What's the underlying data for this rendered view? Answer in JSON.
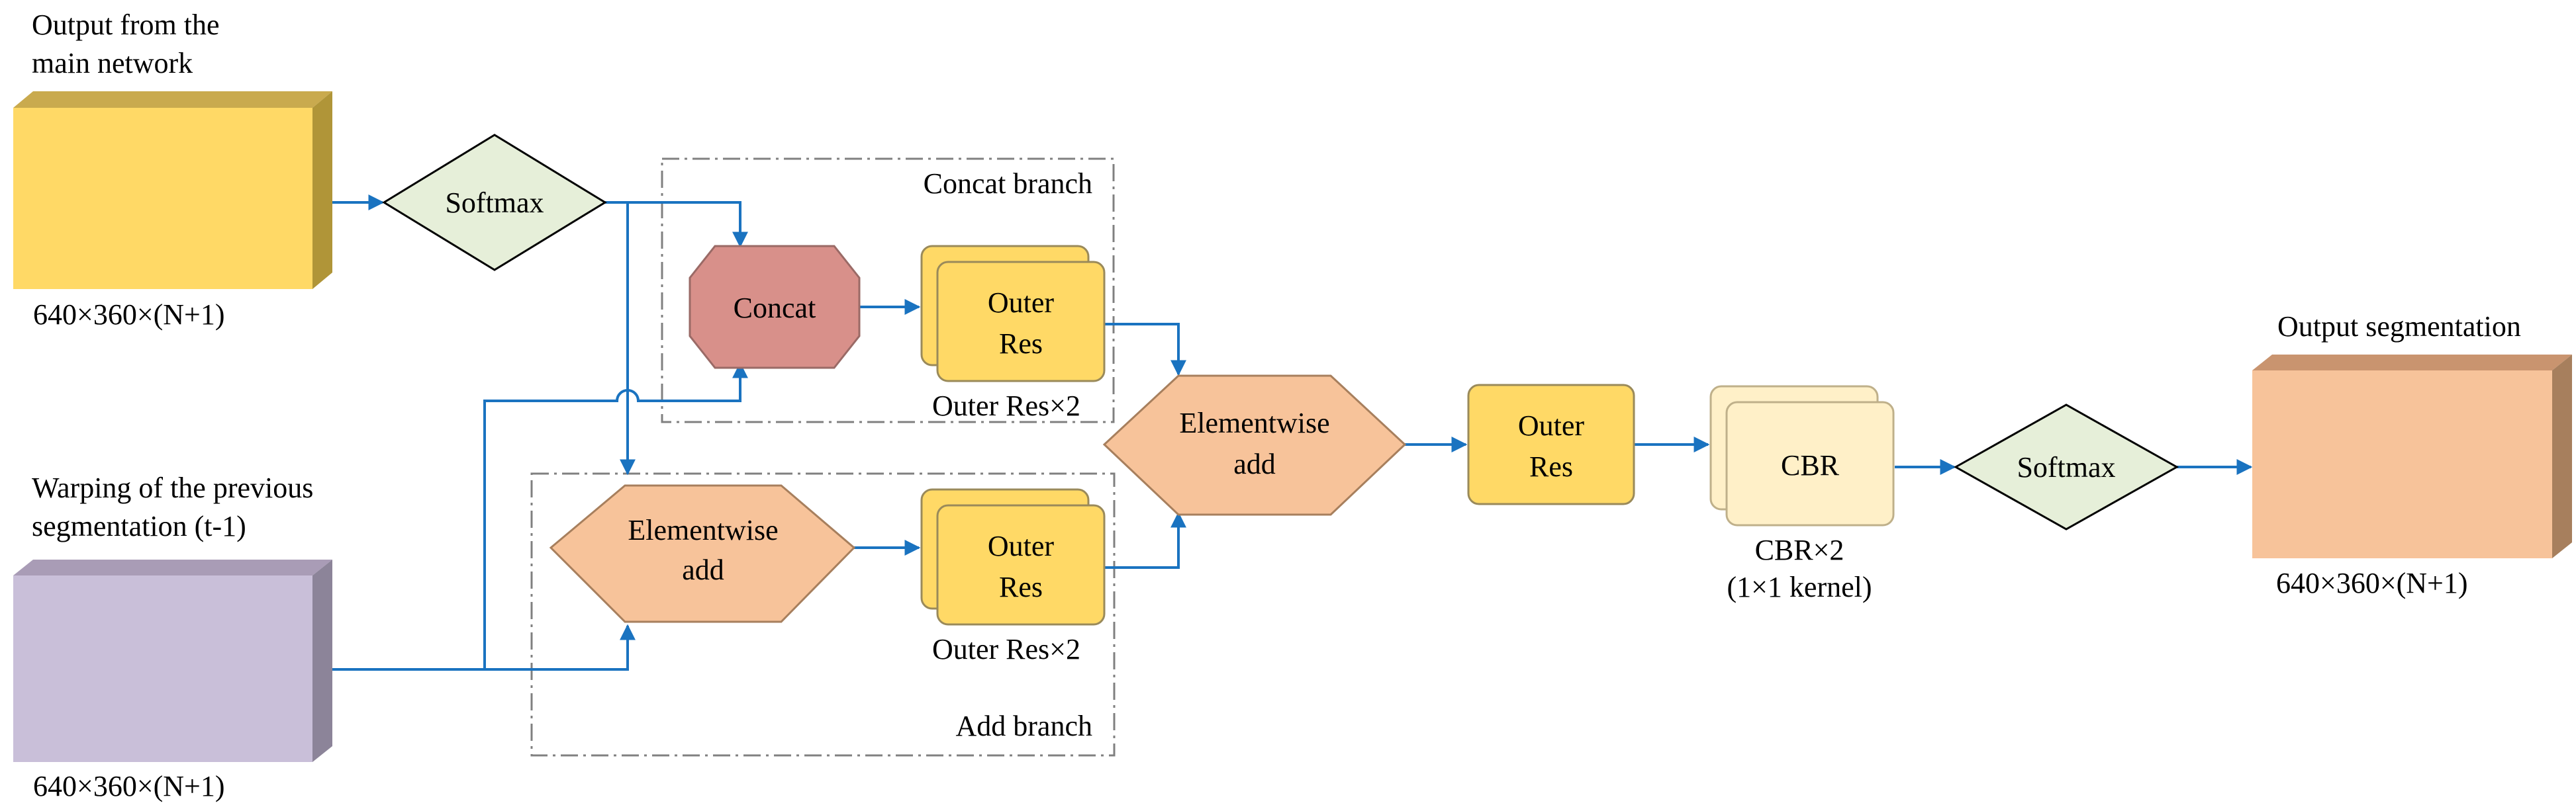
{
  "colors": {
    "arrow": "#1a73c0",
    "yellow": "#ffd966",
    "yellow_side": "#b8a045",
    "purple": "#c9bfd9",
    "purple_side": "#8c8499",
    "peach": "#f7c39a",
    "peach_side": "#a77f5d",
    "diamond": "#e6efd9",
    "concat": "#d8908a",
    "cbr": "#fff0c8",
    "frame": "#808080"
  },
  "inputs": {
    "main": {
      "caption": "Output from the main network",
      "caption_line1": "Output from the",
      "caption_line2": "main network",
      "dims": "640×360×(N+1)"
    },
    "prev": {
      "caption": "Warping of the previous segmentation (t-1)",
      "caption_line1": "Warping of the previous",
      "caption_line2": "segmentation (t-1)",
      "dims": "640×360×(N+1)"
    }
  },
  "nodes": {
    "softmax_in": "Softmax",
    "concat": "Concat",
    "outer_res_concat": [
      "Outer",
      "Res"
    ],
    "outer_res_concat_caption": "Outer Res×2",
    "elementwise_add_branch": [
      "Elementwise",
      "add"
    ],
    "outer_res_add": [
      "Outer",
      "Res"
    ],
    "outer_res_add_caption": "Outer Res×2",
    "elementwise_add_merge": [
      "Elementwise",
      "add"
    ],
    "outer_res_single": [
      "Outer",
      "Res"
    ],
    "cbr": "CBR",
    "cbr_caption_line1": "CBR×2",
    "cbr_caption_line2": "(1×1 kernel)",
    "softmax_out": "Softmax"
  },
  "branches": {
    "concat": "Concat branch",
    "add": "Add branch"
  },
  "output": {
    "title": "Output segmentation",
    "dims": "640×360×(N+1)"
  }
}
